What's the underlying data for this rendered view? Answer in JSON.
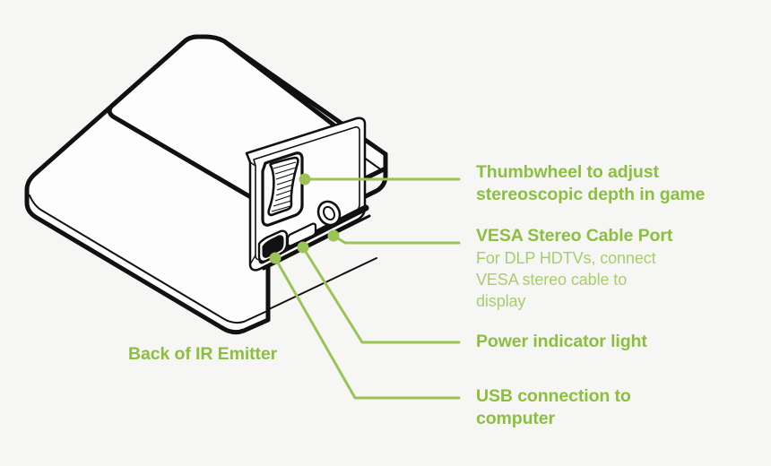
{
  "page": {
    "background_color": "#f6f6f5",
    "accent_green": "#8cbf3f",
    "body_green": "#a8cd6c",
    "line_green": "#9ac košice"
  },
  "colors": {
    "heading_green": "#8cbf3f",
    "body_green": "#a8cd6c",
    "leader_line_green": "#9ac455",
    "dot_green": "#9ac455",
    "outline_black": "#1a1a1a"
  },
  "device": {
    "caption": "Back of IR Emitter",
    "shape": "truncated-pyramid-ir-emitter",
    "parts": [
      {
        "id": "thumbwheel",
        "name": "thumbwheel",
        "shape": "ribbed-wheel-in-recess"
      },
      {
        "id": "vesa-port",
        "name": "vesa-stereo-cable-port",
        "shape": "circular-jack"
      },
      {
        "id": "power-led",
        "name": "power-indicator-light",
        "shape": "small-rectangular-slot"
      },
      {
        "id": "usb-port",
        "name": "usb-connection-port",
        "shape": "dark-rounded-slot"
      }
    ]
  },
  "callouts": [
    {
      "id": "thumbwheel",
      "title": "Thumbwheel to adjust\nstereoscopic depth in game",
      "body": ""
    },
    {
      "id": "vesa",
      "title": "VESA Stereo Cable Port",
      "body": "For DLP HDTVs, connect\nVESA stereo cable to\ndisplay"
    },
    {
      "id": "power",
      "title": "Power indicator light",
      "body": ""
    },
    {
      "id": "usb",
      "title": "USB connection to\ncomputer",
      "body": ""
    }
  ]
}
